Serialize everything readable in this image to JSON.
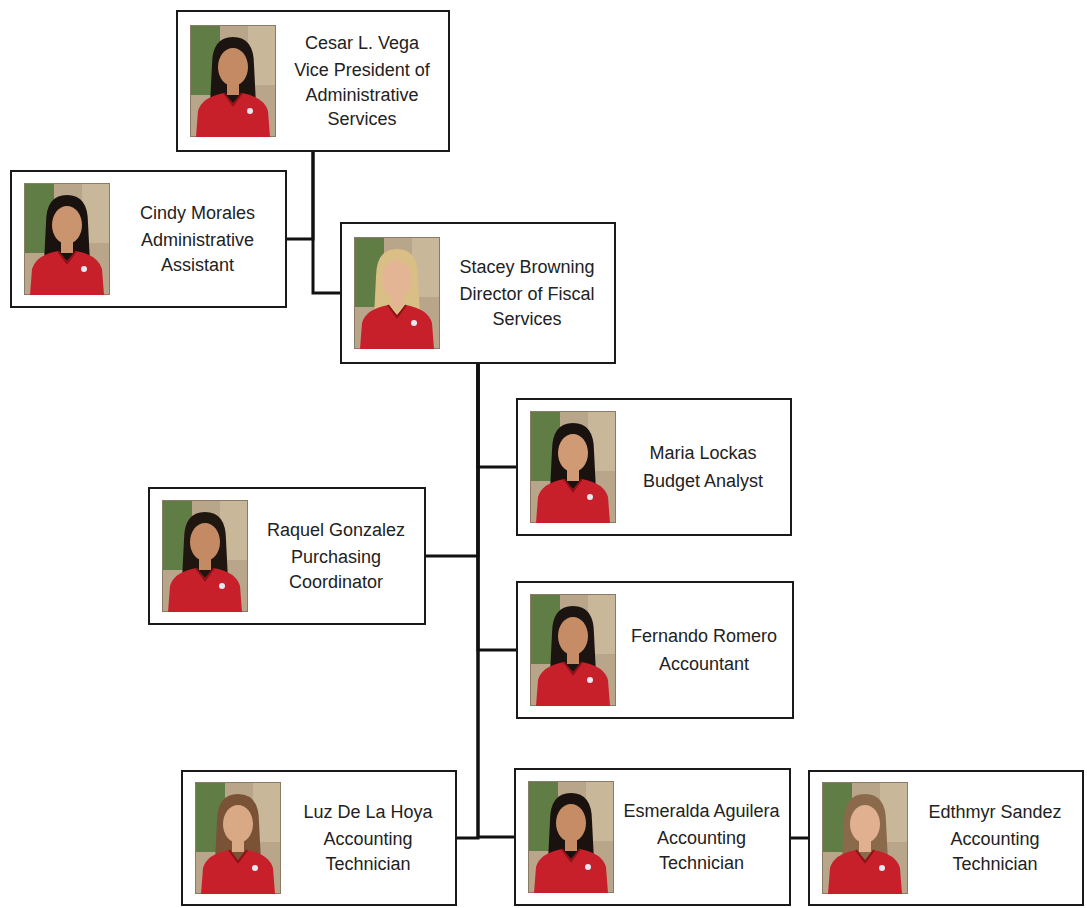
{
  "diagram": {
    "nodes": [
      {
        "text": [
          "Cesar L. Vega",
          "Vice President of Administrative Services"
        ]
      },
      {
        "text": [
          "Cindy Morales",
          "Administrative Assistant"
        ]
      },
      {
        "text": [
          "Stacey Browning",
          "Director of Fiscal Services"
        ]
      },
      {
        "text": [
          "Maria Lockas",
          "Budget Analyst"
        ]
      },
      {
        "text": [
          "Raquel Gonzalez",
          "Purchasing Coordinator"
        ]
      },
      {
        "text": [
          "Fernando Romero",
          "Accountant"
        ]
      },
      {
        "text": [
          "Luz De La Hoya",
          "Accounting Technician"
        ]
      },
      {
        "text": [
          "Esmeralda Aguilera",
          "Accounting Technician"
        ]
      },
      {
        "text": [
          "Edthmyr Sandez",
          "Accounting Technician"
        ]
      }
    ],
    "edges": [
      {
        "from": 0,
        "to": 1,
        "arrow": "none"
      },
      {
        "from": 0,
        "to": 2,
        "arrow": "none"
      },
      {
        "from": 2,
        "to": 3,
        "arrow": "none"
      },
      {
        "from": 2,
        "to": 4,
        "arrow": "none"
      },
      {
        "from": 2,
        "to": 5,
        "arrow": "none"
      },
      {
        "from": 2,
        "to": 6,
        "arrow": "none"
      },
      {
        "from": 2,
        "to": 7,
        "arrow": "none"
      },
      {
        "from": 7,
        "to": 8,
        "arrow": "none"
      }
    ]
  }
}
